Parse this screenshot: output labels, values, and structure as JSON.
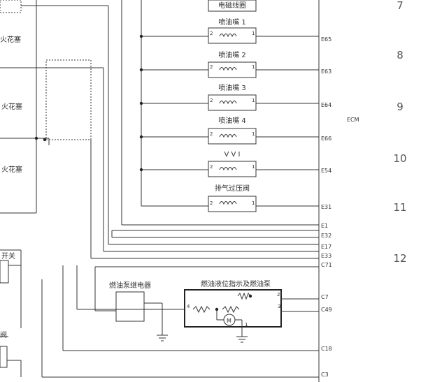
{
  "left_labels": {
    "spark1": "火花塞",
    "spark2": "火花塞",
    "spark3": "火花塞",
    "switch": "开关",
    "valve": "阀"
  },
  "components": {
    "top_coil": "电磁线圈",
    "inj1": "喷油嘴 1",
    "inj2": "喷油嘴 2",
    "inj3": "喷油嘴 3",
    "inj4": "喷油嘴 4",
    "vvi": "V V I",
    "exhaust": "排气过压阀",
    "relay": "燃油泵继电器",
    "pump": "燃油液位指示及燃油泵",
    "motor": "M"
  },
  "pins": {
    "p2": "2",
    "p1": "1",
    "p4": "4",
    "p3": "3"
  },
  "ecm": {
    "label": "ECM",
    "e65": "E65",
    "e63": "E63",
    "e64": "E64",
    "e66": "E66",
    "e54": "E54",
    "e31": "E31",
    "e1": "E1",
    "e32": "E32",
    "e17": "E17",
    "e33": "E33",
    "c71": "C71",
    "c7": "C7",
    "c49": "C49",
    "c18": "C18",
    "c3": "C3"
  },
  "grid_numbers": [
    "7",
    "8",
    "9",
    "10",
    "11",
    "12"
  ]
}
